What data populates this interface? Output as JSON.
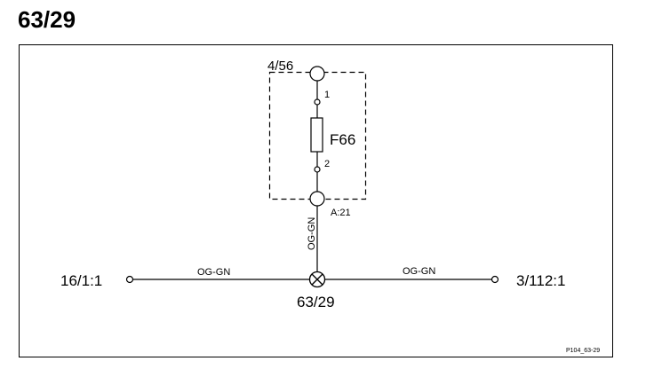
{
  "title": "63/29",
  "connector_top": "4/56",
  "fuse": {
    "name": "F66",
    "pin_top": "1",
    "pin_bottom": "2"
  },
  "connector_bottom": "A:21",
  "wire_vertical": "OG-GN",
  "wire_left": "OG-GN",
  "wire_right": "OG-GN",
  "terminal_left": "16/1:1",
  "terminal_right": "3/112:1",
  "splice": "63/29",
  "figure_id": "P104_63-29"
}
